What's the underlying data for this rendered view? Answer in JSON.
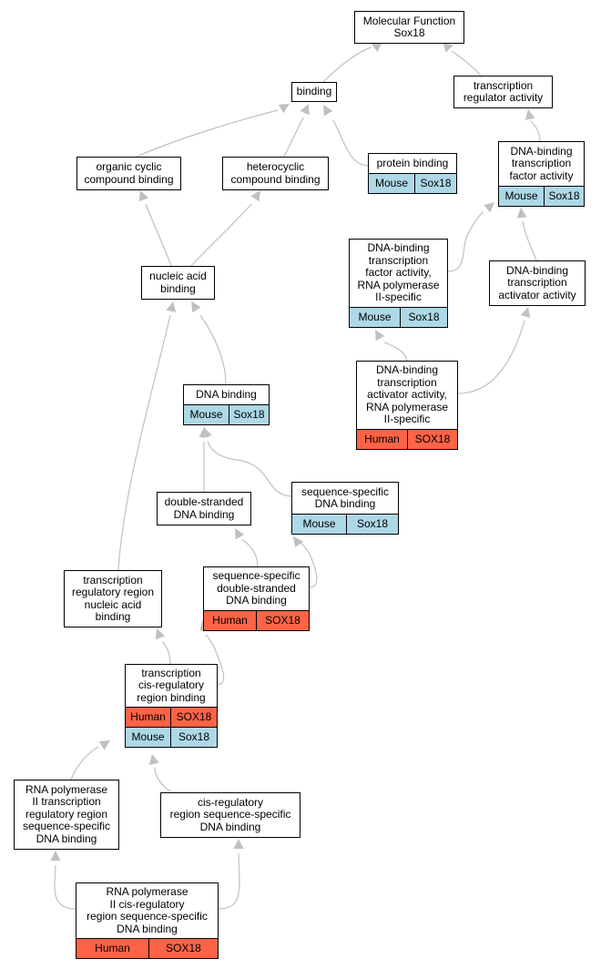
{
  "colors": {
    "mouse": "#add8e6",
    "human": "#ff6347",
    "edge": "#c0c0c0",
    "border": "#000000"
  },
  "nodes": {
    "mf": {
      "label": "Molecular Function\nSox18"
    },
    "bind": {
      "label": "binding"
    },
    "tra": {
      "label": "transcription\nregulator activity"
    },
    "occ": {
      "label": "organic cyclic\ncompound binding"
    },
    "het": {
      "label": "heterocyclic\ncompound binding"
    },
    "pb": {
      "label": "protein binding",
      "rows": [
        {
          "species": "Mouse",
          "gene": "Sox18"
        }
      ]
    },
    "dbtf": {
      "label": "DNA-binding\ntranscription\nfactor activity",
      "rows": [
        {
          "species": "Mouse",
          "gene": "Sox18"
        }
      ]
    },
    "dbtf2": {
      "label": "DNA-binding\ntranscription\nfactor activity,\nRNA polymerase\nII-specific",
      "rows": [
        {
          "species": "Mouse",
          "gene": "Sox18"
        }
      ]
    },
    "dbtaa": {
      "label": "DNA-binding\ntranscription\nactivator activity"
    },
    "nab": {
      "label": "nucleic acid\nbinding"
    },
    "dbtaa2": {
      "label": "DNA-binding\ntranscription\nactivator activity,\nRNA polymerase\nII-specific",
      "rows": [
        {
          "species": "Human",
          "gene": "SOX18"
        }
      ]
    },
    "dnab": {
      "label": "DNA binding",
      "rows": [
        {
          "species": "Mouse",
          "gene": "Sox18"
        }
      ]
    },
    "dsdb": {
      "label": "double-stranded\nDNA binding"
    },
    "ssdb": {
      "label": "sequence-specific\nDNA binding",
      "rows": [
        {
          "species": "Mouse",
          "gene": "Sox18"
        }
      ]
    },
    "trrnab": {
      "label": "transcription\nregulatory region\nnucleic acid\nbinding"
    },
    "ssds": {
      "label": "sequence-specific\ndouble-stranded\nDNA binding",
      "rows": [
        {
          "species": "Human",
          "gene": "SOX18"
        }
      ]
    },
    "tcrb": {
      "label": "transcription\ncis-regulatory\nregion binding",
      "rows": [
        {
          "species": "Human",
          "gene": "SOX18"
        },
        {
          "species": "Mouse",
          "gene": "Sox18"
        }
      ]
    },
    "rp2": {
      "label": "RNA polymerase\nII transcription\nregulatory region\nsequence-specific\nDNA binding"
    },
    "crss": {
      "label": "cis-regulatory\nregion sequence-specific\nDNA binding"
    },
    "rp2c": {
      "label": "RNA polymerase\nII cis-regulatory\nregion sequence-specific\nDNA binding",
      "rows": [
        {
          "species": "Human",
          "gene": "SOX18"
        }
      ]
    }
  },
  "edges": [
    [
      "bind",
      "mf"
    ],
    [
      "tra",
      "mf"
    ],
    [
      "occ",
      "bind"
    ],
    [
      "het",
      "bind"
    ],
    [
      "pb",
      "bind"
    ],
    [
      "dbtf",
      "tra"
    ],
    [
      "nab",
      "occ"
    ],
    [
      "nab",
      "het"
    ],
    [
      "dbtf2",
      "dbtf"
    ],
    [
      "dbtaa",
      "dbtf"
    ],
    [
      "dbtaa2",
      "dbtf2"
    ],
    [
      "dbtaa2",
      "dbtaa"
    ],
    [
      "dnab",
      "nab"
    ],
    [
      "trrnab",
      "nab"
    ],
    [
      "dsdb",
      "dnab"
    ],
    [
      "ssdb",
      "dnab"
    ],
    [
      "ssds",
      "dsdb"
    ],
    [
      "ssds",
      "ssdb"
    ],
    [
      "tcrb",
      "trrnab"
    ],
    [
      "tcrb",
      "ssds"
    ],
    [
      "rp2",
      "tcrb"
    ],
    [
      "crss",
      "tcrb"
    ],
    [
      "rp2c",
      "rp2"
    ],
    [
      "rp2c",
      "crss"
    ]
  ]
}
